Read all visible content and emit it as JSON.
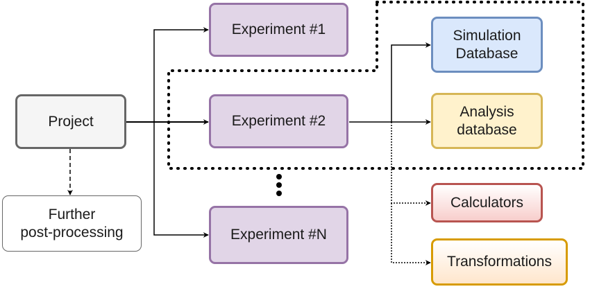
{
  "nodes": {
    "project": "Project",
    "further": "Further\npost-processing",
    "exp1": "Experiment #1",
    "exp2": "Experiment #2",
    "expN": "Experiment #N",
    "simdb": "Simulation\nDatabase",
    "analysisdb": "Analysis\ndatabase",
    "calculators": "Calculators",
    "transformations": "Transformations"
  },
  "colors": {
    "purple_fill": "#e1d5e7",
    "purple_stroke": "#9673a6",
    "blue_fill": "#dae8fc",
    "blue_stroke": "#6c8ebf",
    "yellow_fill": "#fff2cc",
    "yellow_stroke": "#d6b656",
    "red_fill": "#f8cecc",
    "red_stroke": "#b85450",
    "orange_fill": "#ffe6cc",
    "orange_stroke": "#d79b00",
    "grey_fill": "#f5f5f5",
    "grey_stroke": "#666666"
  }
}
